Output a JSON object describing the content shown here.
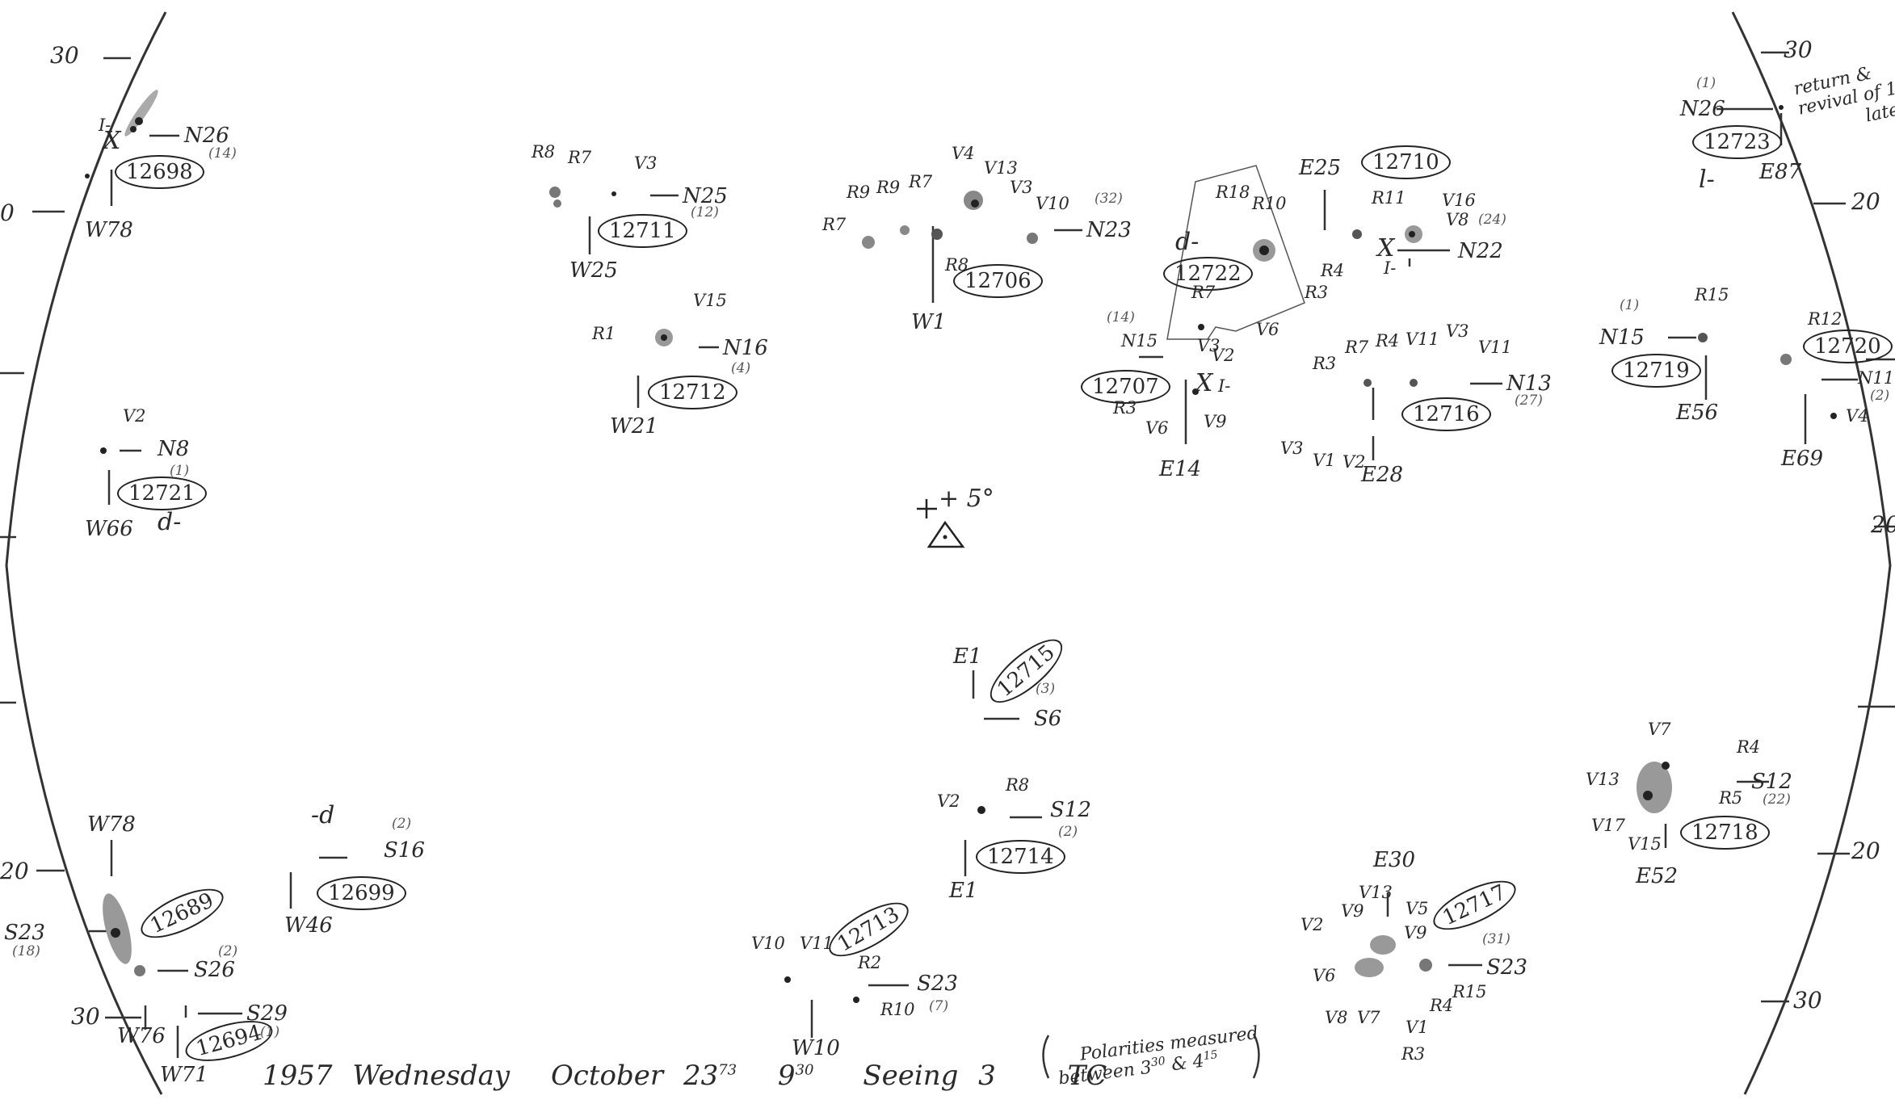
{
  "footer": {
    "year": "1957",
    "day": "Wednesday",
    "month": "October",
    "date": "23",
    "date_fraction": "73",
    "time": "9",
    "time_minutes": "30",
    "seeing_label": "Seeing",
    "seeing_value": "3",
    "observer": "TC",
    "polarities_note_1": "Polarities measured",
    "polarities_note_2": "between 3",
    "polarities_note_3": "30",
    "polarities_note_4": "& 4",
    "polarities_note_5": "15"
  },
  "scale": {
    "left_30_top": "30",
    "left_20_top": "0",
    "left_20_bottom": "20",
    "left_30_bottom": "30",
    "right_30_top": "30",
    "right_20_top": "20",
    "right_20_mid": "20",
    "right_20_bottom": "20",
    "right_30_bottom": "30"
  },
  "center": {
    "label": "+ 5°"
  },
  "corner_note": {
    "line1": "return &",
    "line2": "revival of 1",
    "line3": "late"
  },
  "groups": [
    {
      "region": "12698",
      "lat": "N26",
      "lon": "W78",
      "count": "(14)",
      "marks": [
        "I-",
        "X"
      ]
    },
    {
      "region": "12711",
      "lat": "N25",
      "lon": "W25",
      "count": "(12)",
      "spots": [
        "R8",
        "R7",
        "V3"
      ]
    },
    {
      "region": "12706",
      "lat": "N23",
      "lon": "W1",
      "count": "(32)",
      "spots": [
        "R7",
        "R9",
        "R9",
        "R7",
        "V4",
        "V13",
        "V3",
        "V10",
        "R8"
      ]
    },
    {
      "region": "12710",
      "lat": "N22",
      "lon": "E25",
      "count": "(24)",
      "spots": [
        "R11",
        "V16",
        "V8"
      ],
      "marks": [
        "X",
        "I-"
      ]
    },
    {
      "region": "12722",
      "polarity": "d-",
      "spots": [
        "R18",
        "R10",
        "R7",
        "R4",
        "R3",
        "V6"
      ]
    },
    {
      "region": "12723",
      "lat": "N26",
      "lon": "E87",
      "count": "(1)",
      "polarity": "l-"
    },
    {
      "region": "12712",
      "lat": "N16",
      "lon": "W21",
      "count": "(4)",
      "spots": [
        "V15",
        "R1"
      ]
    },
    {
      "region": "12707",
      "lat": "N15",
      "lon": "E14",
      "count": "(14)",
      "spots": [
        "V3",
        "V2",
        "R3",
        "V6",
        "V9"
      ],
      "marks": [
        "X",
        "I-"
      ]
    },
    {
      "region": "12716",
      "lat": "N13",
      "lon": "E28",
      "count": "(27)",
      "spots": [
        "R3",
        "R7",
        "R4",
        "V11",
        "V3",
        "V11",
        "V3",
        "V1",
        "V2"
      ]
    },
    {
      "region": "12719",
      "lat": "N15",
      "lon": "E56",
      "count": "(1)",
      "spots": [
        "R15"
      ]
    },
    {
      "region": "12720",
      "lat": "N11",
      "lon": "E69",
      "count": "(2)",
      "spots": [
        "R12",
        "V4"
      ]
    },
    {
      "region": "12721",
      "lat": "N8",
      "lon": "W66",
      "count": "(1)",
      "polarity": "d-",
      "spots": [
        "V2"
      ]
    },
    {
      "region": "12715",
      "lat": "S6",
      "lon": "E1",
      "count": "(3)"
    },
    {
      "region": "12714",
      "lat": "S12",
      "lon": "E1",
      "count": "(2)",
      "spots": [
        "V2",
        "R8"
      ]
    },
    {
      "region": "12718",
      "lat": "S12",
      "lon": "E52",
      "count": "(22)",
      "spots": [
        "V7",
        "R4",
        "V13",
        "R5",
        "V17",
        "V15"
      ]
    },
    {
      "region": "12699",
      "lat": "S16",
      "lon": "W46",
      "count": "(2)",
      "polarity": "-d"
    },
    {
      "region": "12689",
      "lat": "S23",
      "lon": "W78",
      "count": "(18)"
    },
    {
      "region": "12694",
      "lat": "S29",
      "lon": "W71",
      "count": "(1)",
      "extra": [
        "S26",
        "W76",
        "(2)"
      ]
    },
    {
      "region": "12713",
      "lat": "S23",
      "lon": "W10",
      "count": "(7)",
      "spots": [
        "V10",
        "V11",
        "R2",
        "R10"
      ]
    },
    {
      "region": "12717",
      "lat": "S23",
      "lon": "E30",
      "count": "(31)",
      "spots": [
        "V2",
        "V9",
        "V13",
        "V5",
        "V9",
        "V6",
        "V8",
        "V7",
        "R4",
        "R15",
        "V1",
        "R3"
      ]
    }
  ]
}
